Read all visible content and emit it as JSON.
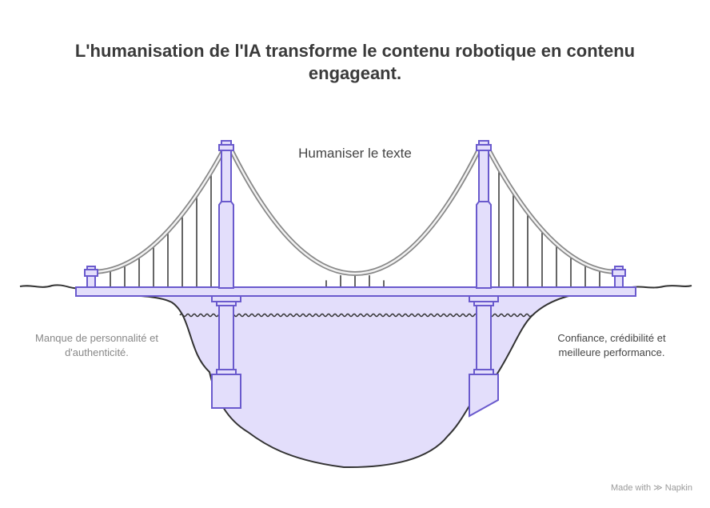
{
  "title": "L'humanisation de l'IA transforme le contenu robotique en contenu engageant.",
  "bridge_label": "Humaniser le texte",
  "left_label": "Manque de personnalité et d'authenticité.",
  "right_label": "Confiance, crédibilité et meilleure performance.",
  "watermark": {
    "prefix": "Made with",
    "brand": "Napkin",
    "icon": "napkin-logo-icon"
  },
  "colors": {
    "structure_fill": "#e3defb",
    "structure_stroke": "#6a5acd",
    "cable": "#8a8a8a",
    "ground": "#333333"
  }
}
